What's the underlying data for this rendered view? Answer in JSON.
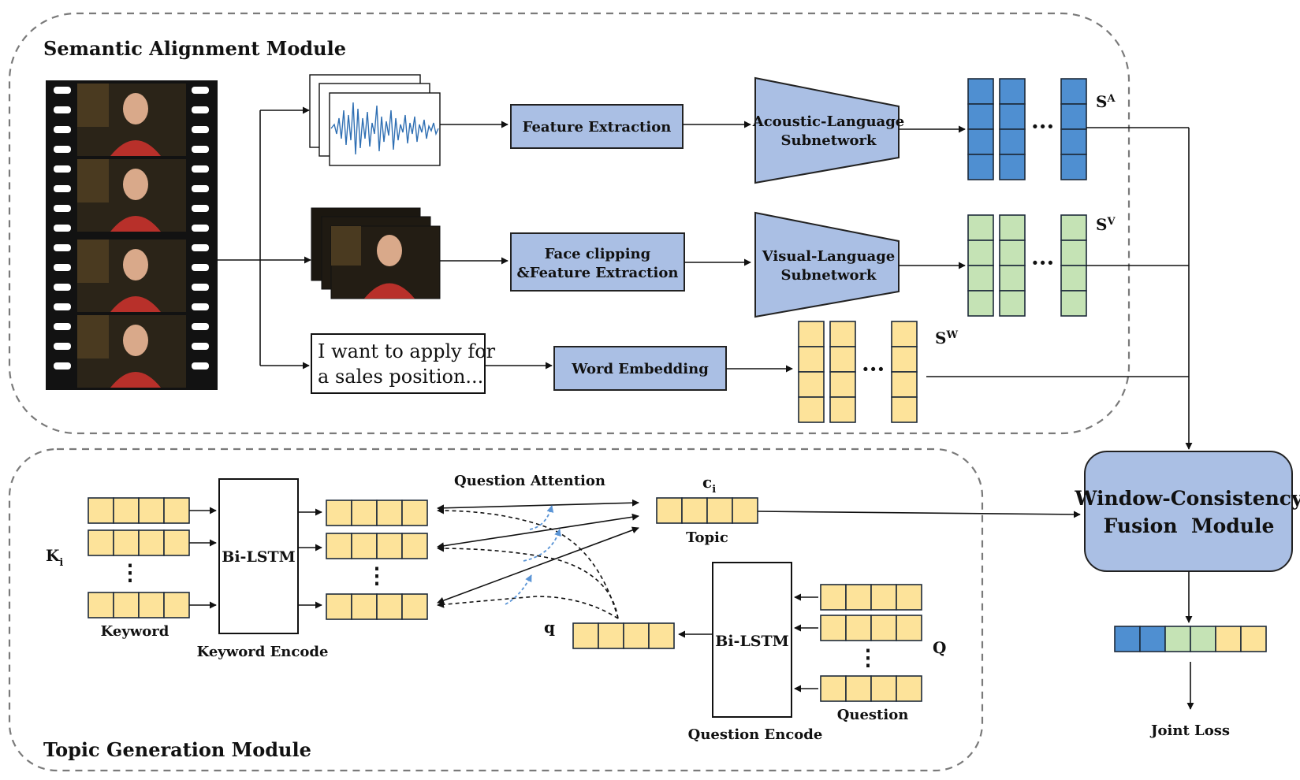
{
  "modules": {
    "semantic": "Semantic Alignment Module",
    "topic": "Topic Generation Module",
    "fusion_line1": "Window-Consistency",
    "fusion_line2": "Fusion  Module"
  },
  "boxes": {
    "feature_extraction": "Feature Extraction",
    "face_line1": "Face clipping",
    "face_line2": "&Feature Extraction",
    "word_embedding": "Word Embedding",
    "acoustic_line1": "Acoustic-Language",
    "acoustic_line2": "Subnetwork",
    "visual_line1": "Visual-Language",
    "visual_line2": "Subnetwork",
    "bilstm_keyword": "Bi-LSTM",
    "bilstm_question": "Bi-LSTM"
  },
  "transcript": {
    "line1": "I want to apply for",
    "line2": "a sales position..."
  },
  "symbols": {
    "s": "S",
    "sa_sup": "A",
    "sv_sup": "V",
    "sw_sup": "W",
    "k": "K",
    "k_sub": "i",
    "c": "c",
    "c_sub": "i",
    "q": "q",
    "Q": "Q",
    "ellipsis_h": "···",
    "ellipsis_v": "⋮"
  },
  "labels": {
    "keyword": "Keyword",
    "keyword_encode": "Keyword Encode",
    "question_attention": "Question Attention",
    "topic": "Topic",
    "question": "Question",
    "question_encode": "Question Encode",
    "joint_loss": "Joint Loss"
  },
  "colors": {
    "acoustic_cells": "#4f8fd1",
    "visual_cells": "#c5e3b5",
    "word_cells": "#fde39a",
    "module_box": "#aabfe4"
  }
}
